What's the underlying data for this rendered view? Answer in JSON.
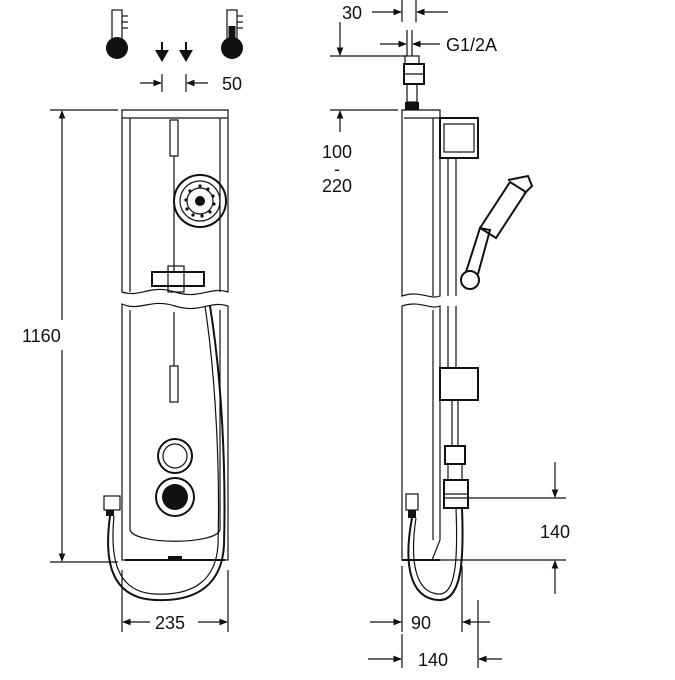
{
  "dimensions": {
    "top_width": "30",
    "thread": "G1/2A",
    "inlet_spacing": "50",
    "offset_min": "100",
    "offset_sep": "-",
    "offset_max": "220",
    "height": "1160",
    "lower_height": "140",
    "front_width": "235",
    "side_depth": "90",
    "side_total": "140"
  },
  "icons": [
    "thermometer-cold-icon",
    "down-arrow-icon",
    "down-arrow-icon",
    "thermometer-hot-icon"
  ],
  "colors": {
    "line": "#111111",
    "background": "#ffffff"
  }
}
